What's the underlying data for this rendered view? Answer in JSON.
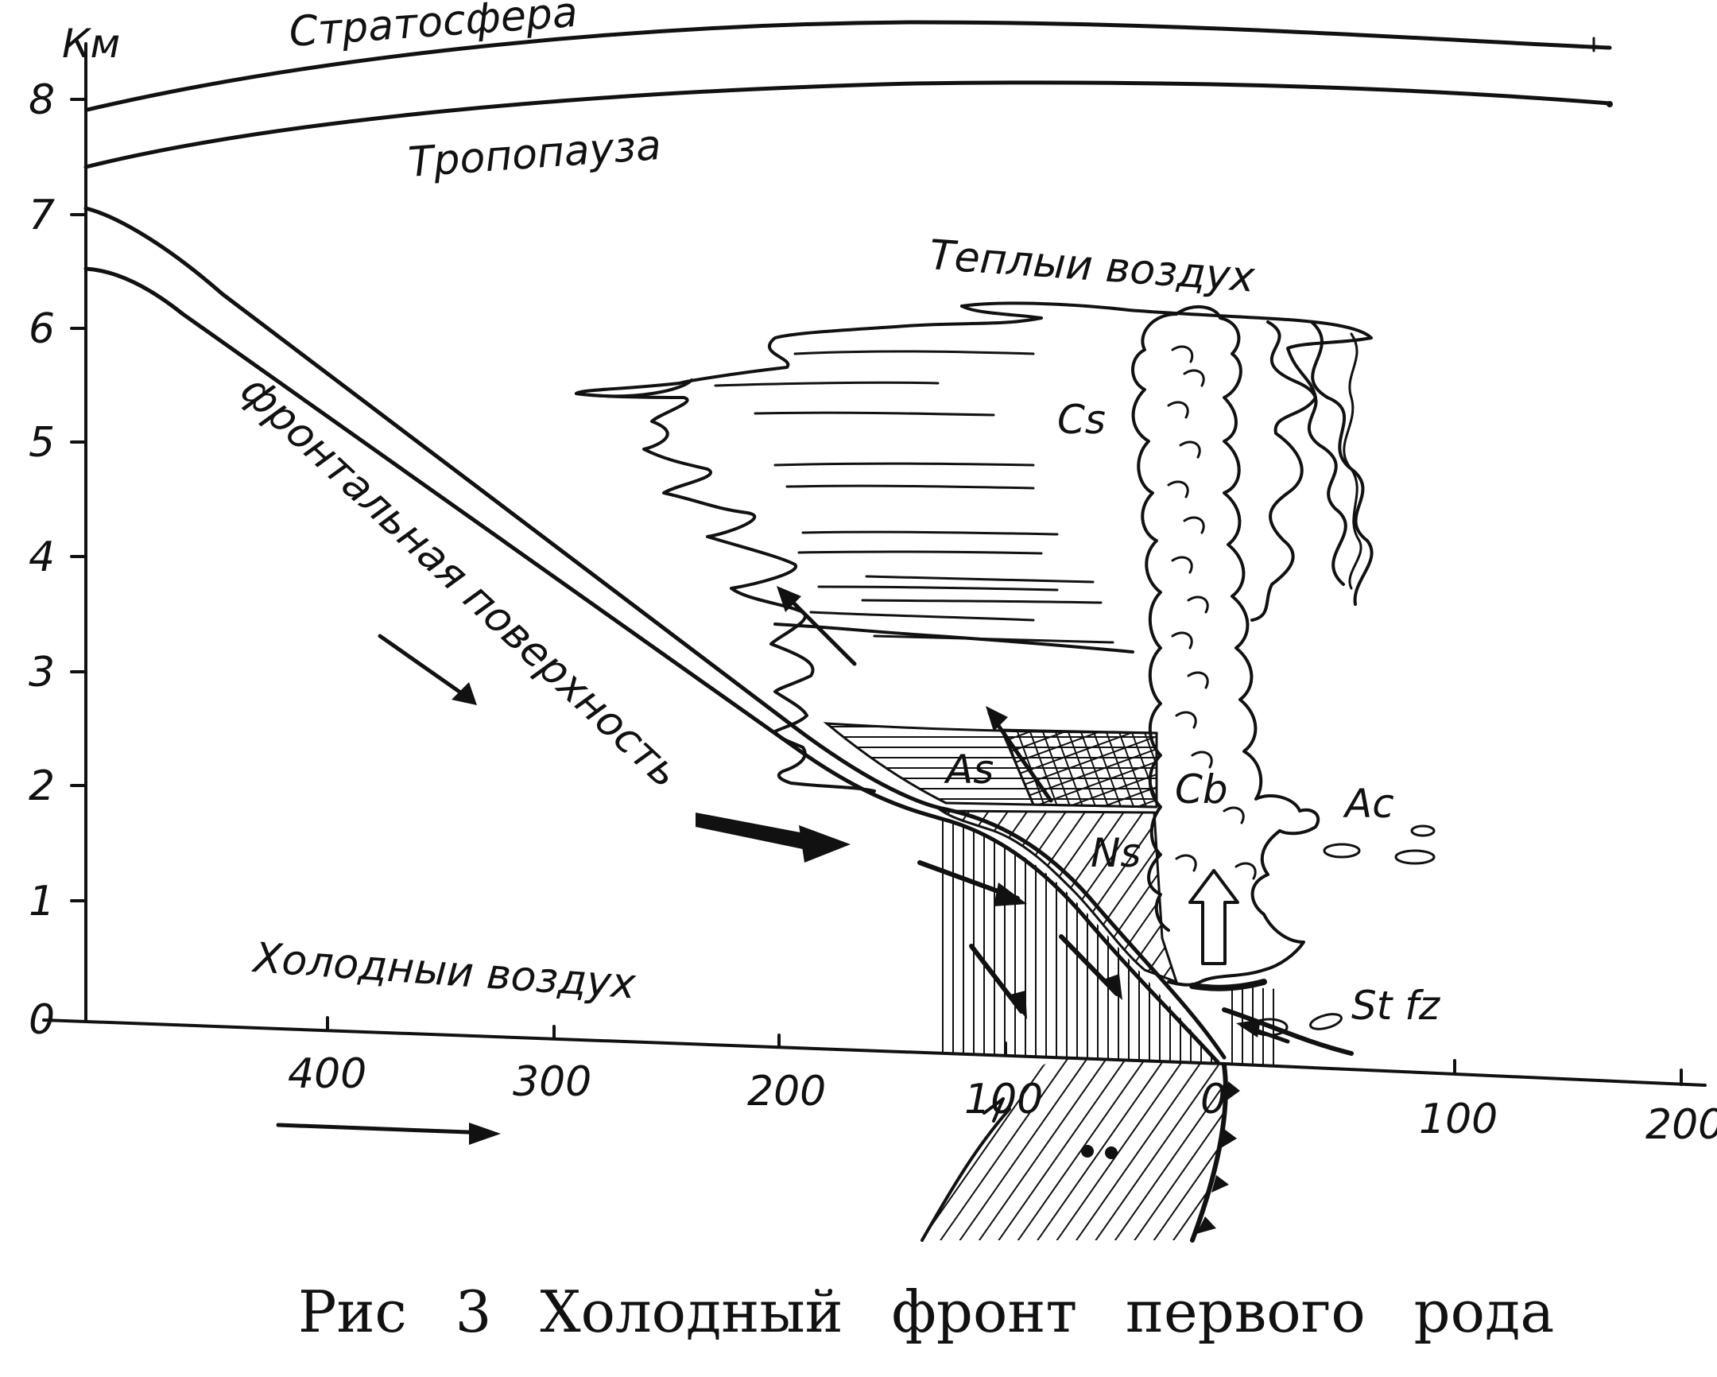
{
  "axis": {
    "unit": "Км",
    "y_ticks": [
      "8",
      "7",
      "6",
      "5",
      "4",
      "3",
      "2",
      "1",
      "0"
    ],
    "x_ticks_left": [
      "400",
      "300",
      "200",
      "100",
      "0"
    ],
    "x_ticks_right": [
      "100",
      "200"
    ]
  },
  "labels": {
    "stratosphere": "Стратосфера",
    "tropopause": "Тропопауза",
    "warm_air": "Теплыи воздух",
    "frontal_surface": "фронтальная поверхность",
    "cold_air": "Холодныи воздух"
  },
  "clouds": {
    "cs": "Cs",
    "as": "As",
    "cb": "Cb",
    "ns": "Ns",
    "ac": "Ac",
    "st_fz": "St fz"
  },
  "caption": "Рис 3 Холодный фронт первого рода"
}
